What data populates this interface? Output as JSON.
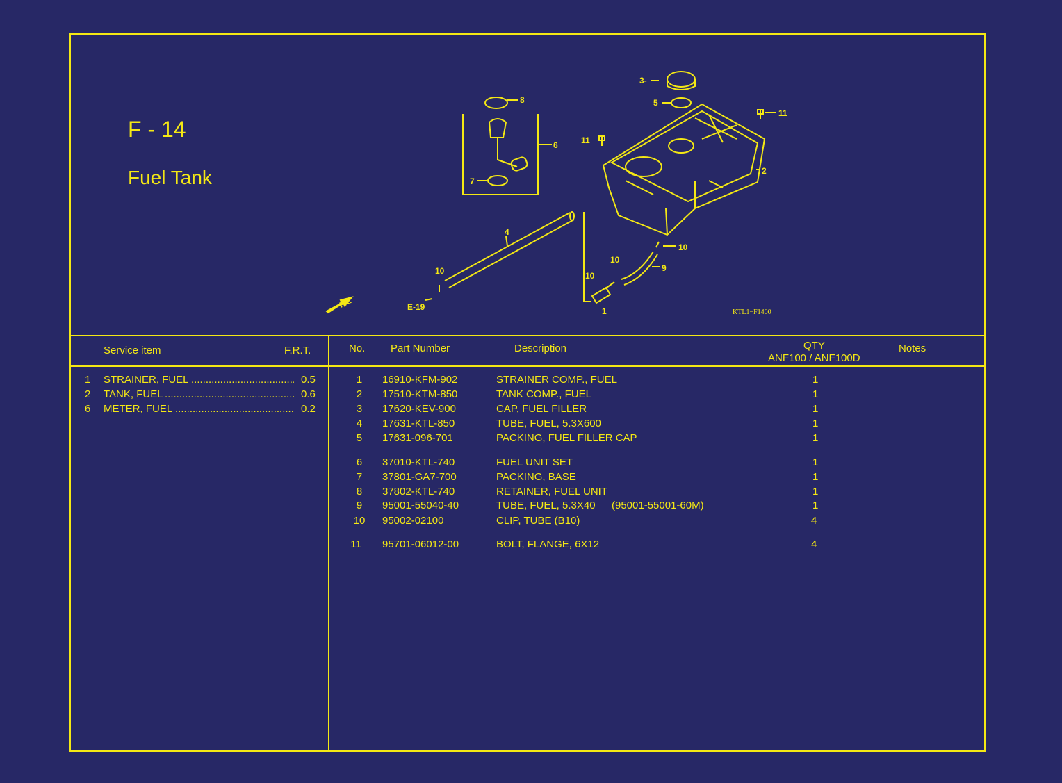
{
  "header": {
    "code": "F - 14",
    "title": "Fuel Tank",
    "ref_code": "KTL1-F1400"
  },
  "diagram": {
    "fr_label": "FR.",
    "ref_label": "E-19",
    "callouts": [
      "1",
      "2",
      "3",
      "4",
      "5",
      "6",
      "7",
      "8",
      "9",
      "10",
      "10",
      "10",
      "10",
      "11",
      "11"
    ]
  },
  "service": {
    "col_item": "Service item",
    "col_frt": "F.R.T.",
    "items": [
      {
        "no": "1",
        "name": "STRAINER, FUEL",
        "frt": "0.5"
      },
      {
        "no": "2",
        "name": "TANK, FUEL",
        "frt": "0.6"
      },
      {
        "no": "6",
        "name": "METER, FUEL",
        "frt": "0.2"
      }
    ]
  },
  "parts": {
    "col_no": "No.",
    "col_part": "Part Number",
    "col_desc": "Description",
    "col_qty": "QTY",
    "col_qty_models": "ANF100 / ANF100D",
    "col_notes": "Notes",
    "rows": [
      {
        "no": "1",
        "part": "16910-KFM-902",
        "desc": "STRAINER COMP., FUEL",
        "alt": "",
        "qty": "1"
      },
      {
        "no": "2",
        "part": "17510-KTM-850",
        "desc": "TANK COMP., FUEL",
        "alt": "",
        "qty": "1"
      },
      {
        "no": "3",
        "part": "17620-KEV-900",
        "desc": "CAP, FUEL FILLER",
        "alt": "",
        "qty": "1"
      },
      {
        "no": "4",
        "part": "17631-KTL-850",
        "desc": "TUBE, FUEL, 5.3X600",
        "alt": "",
        "qty": "1"
      },
      {
        "no": "5",
        "part": "17631-096-701",
        "desc": "PACKING, FUEL FILLER CAP",
        "alt": "",
        "qty": "1"
      },
      {
        "no": "6",
        "part": "37010-KTL-740",
        "desc": "FUEL UNIT SET",
        "alt": "",
        "qty": "1"
      },
      {
        "no": "7",
        "part": "37801-GA7-700",
        "desc": "PACKING, BASE",
        "alt": "",
        "qty": "1"
      },
      {
        "no": "8",
        "part": "37802-KTL-740",
        "desc": "RETAINER, FUEL UNIT",
        "alt": "",
        "qty": "1"
      },
      {
        "no": "9",
        "part": "95001-55040-40",
        "desc": "TUBE, FUEL, 5.3X40",
        "alt": "(95001-55001-60M)",
        "qty": "1"
      },
      {
        "no": "10",
        "part": "95002-02100",
        "desc": "CLIP, TUBE (B10)",
        "alt": "",
        "qty": "4"
      },
      {
        "no": "11",
        "part": "95701-06012-00",
        "desc": "BOLT, FLANGE, 6X12",
        "alt": "",
        "qty": "4"
      }
    ]
  },
  "colors": {
    "background": "#272866",
    "line": "#f4e814"
  }
}
